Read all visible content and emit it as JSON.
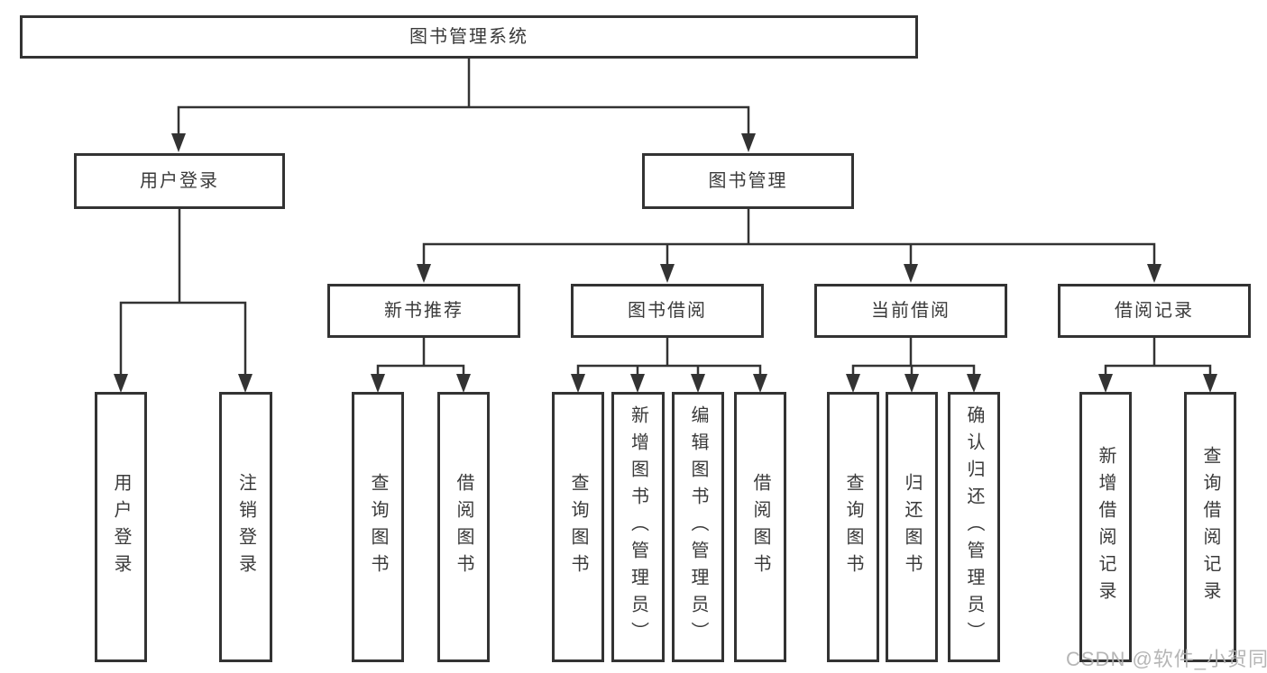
{
  "diagram": {
    "type": "hierarchy-tree",
    "tree": {
      "label": "图书管理系统",
      "children": [
        {
          "label": "用户登录",
          "children": [
            {
              "label": "用户登录"
            },
            {
              "label": "注销登录"
            }
          ]
        },
        {
          "label": "图书管理",
          "children": [
            {
              "label": "新书推荐",
              "children": [
                {
                  "label": "查询图书"
                },
                {
                  "label": "借阅图书"
                }
              ]
            },
            {
              "label": "图书借阅",
              "children": [
                {
                  "label": "查询图书"
                },
                {
                  "label": "新增图书（管理员）"
                },
                {
                  "label": "编辑图书（管理员）"
                },
                {
                  "label": "借阅图书"
                }
              ]
            },
            {
              "label": "当前借阅",
              "children": [
                {
                  "label": "查询图书"
                },
                {
                  "label": "归还图书"
                },
                {
                  "label": "确认归还（管理员）"
                }
              ]
            },
            {
              "label": "借阅记录",
              "children": [
                {
                  "label": "新增借阅记录"
                },
                {
                  "label": "查询借阅记录"
                }
              ]
            }
          ]
        }
      ]
    }
  },
  "watermark": {
    "text": "CSDN @软件_小贺同学"
  },
  "colors": {
    "line": "#333333",
    "text": "#3a3a3a",
    "watermark": "#b0b0b0",
    "background": "#ffffff"
  }
}
